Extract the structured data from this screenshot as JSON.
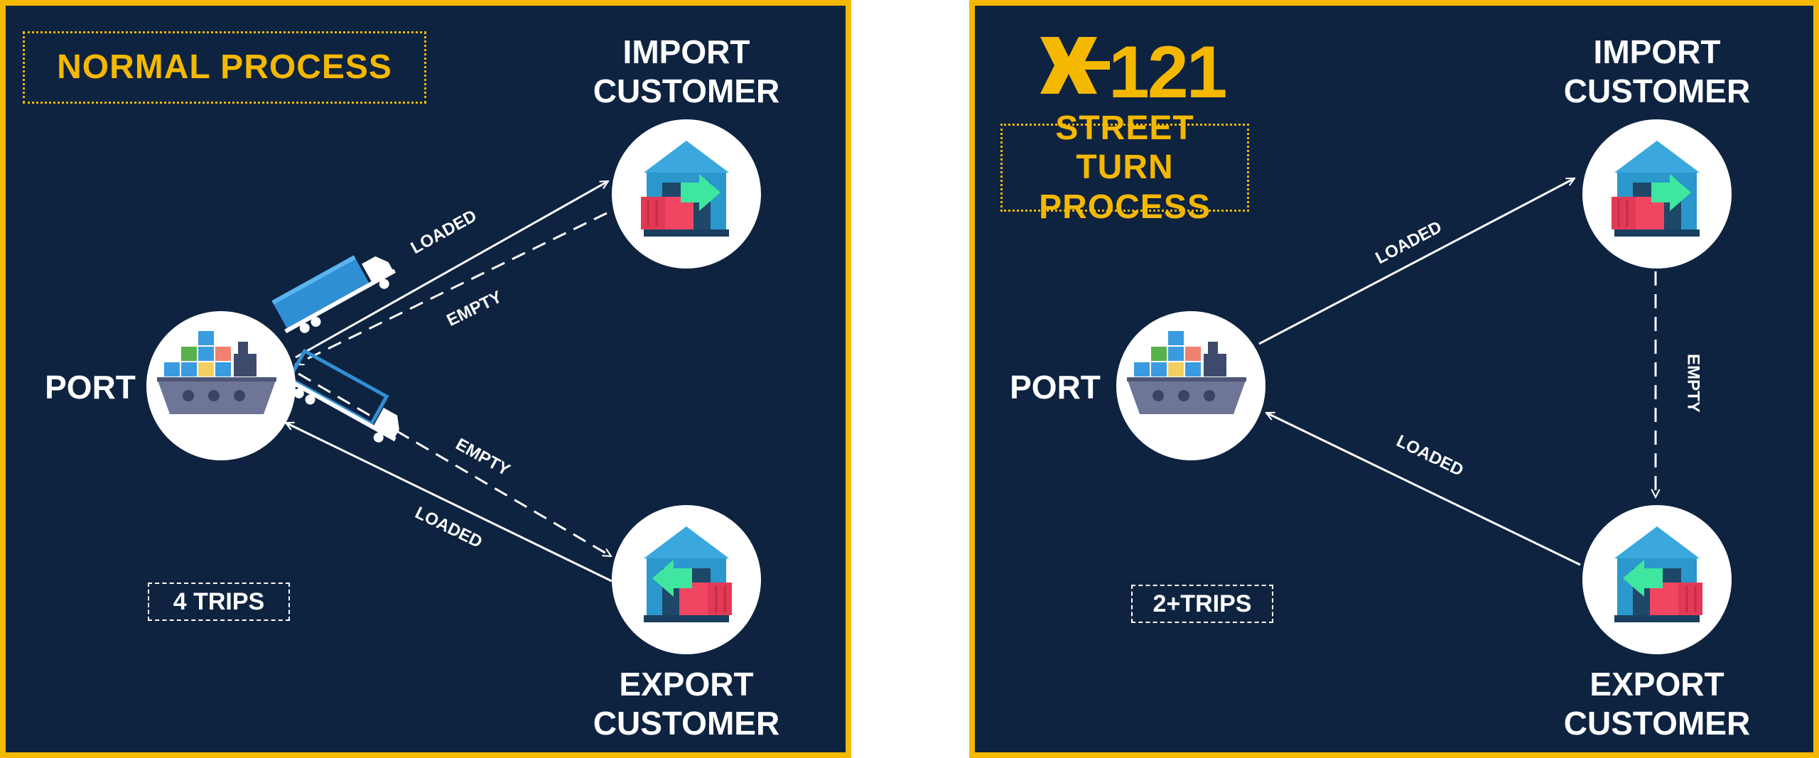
{
  "colors": {
    "background": "#0e2340",
    "border": "#f5b800",
    "accent": "#f5b800",
    "line": "#ffffff"
  },
  "left": {
    "title": "NORMAL PROCESS",
    "port_label": "PORT",
    "import_label": "IMPORT CUSTOMER",
    "export_label": "EXPORT CUSTOMER",
    "edges": {
      "import_loaded": "LOADED",
      "import_empty": "EMPTY",
      "export_empty": "EMPTY",
      "export_loaded": "LOADED"
    },
    "trips": "4 TRIPS"
  },
  "right": {
    "logo": "121",
    "logo_icon": "x-logo-icon",
    "title": "STREET TURN PROCESS",
    "port_label": "PORT",
    "import_label": "IMPORT CUSTOMER",
    "export_label": "EXPORT CUSTOMER",
    "edges": {
      "import_loaded": "LOADED",
      "transfer_empty": "EMPTY",
      "export_loaded": "LOADED"
    },
    "trips": "2+TRIPS"
  },
  "icons": [
    "ship-icon",
    "warehouse-import-icon",
    "warehouse-export-icon",
    "truck-loaded-icon",
    "truck-empty-icon"
  ]
}
